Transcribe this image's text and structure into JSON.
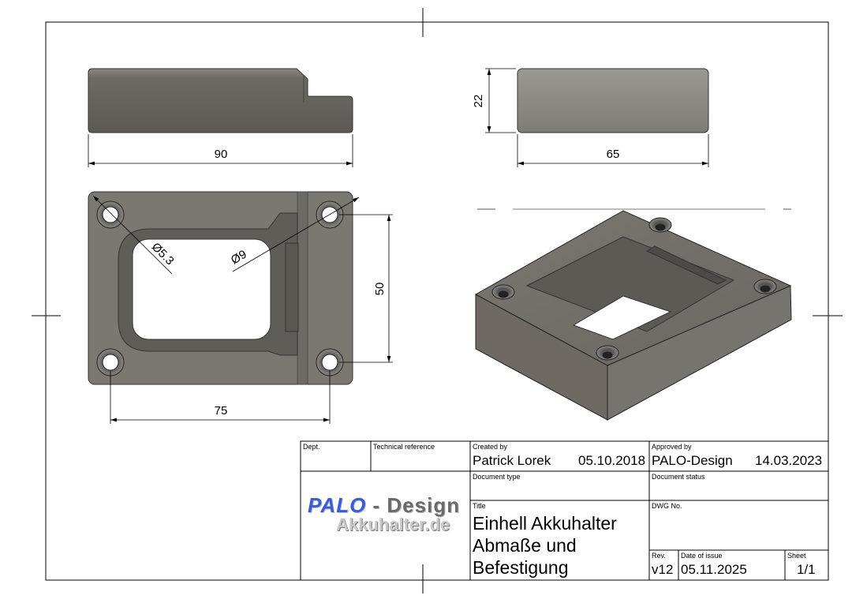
{
  "dimensions": {
    "side_length": "90",
    "side_height": "22",
    "end_width": "65",
    "hole_spacing_vertical": "50",
    "hole_spacing_horizontal": "75",
    "hole_diameter": "Ø5.3",
    "counterbore_diameter": "Ø9"
  },
  "title_block": {
    "dept_label": "Dept.",
    "tech_ref_label": "Technical reference",
    "created_by_label": "Created by",
    "created_by": "Patrick Lorek",
    "created_date": "05.10.2018",
    "approved_by_label": "Approved by",
    "approved_by": "PALO-Design",
    "approved_date": "14.03.2023",
    "doc_type_label": "Document type",
    "doc_status_label": "Document status",
    "title_label": "Title",
    "title_line1": "Einhell Akkuhalter",
    "title_line2": "Abmaße und",
    "title_line3": "Befestigung",
    "dwg_no_label": "DWG No.",
    "rev_label": "Rev.",
    "rev": "v12",
    "date_issue_label": "Date of issue",
    "date_issue": "05.11.2025",
    "sheet_label": "Sheet",
    "sheet": "1/1",
    "logo_line1": "PALO - Design",
    "logo_line2": "Akkuhalter.de"
  },
  "colors": {
    "part": "#6f6c66",
    "logo_blue": "#3a5bd8"
  }
}
